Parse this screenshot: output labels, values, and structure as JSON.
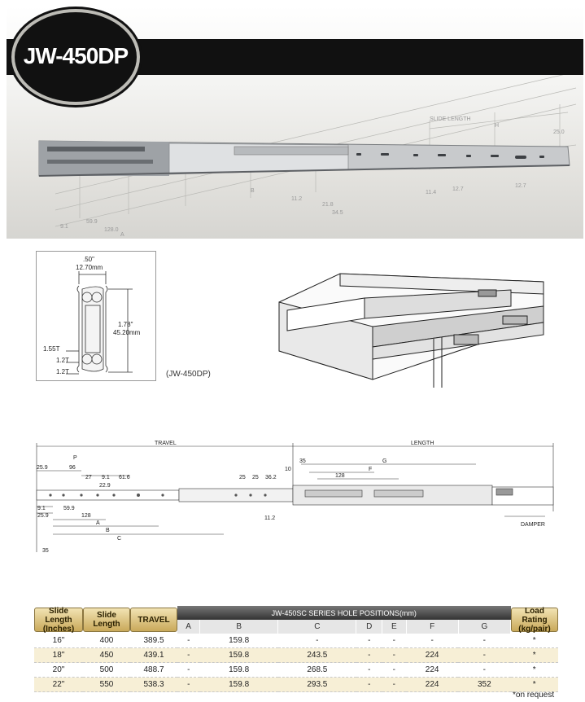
{
  "hero": {
    "model_badge": "JW-450DP",
    "blueprint_labels": {
      "slide_length": "SLIDE LENGTH",
      "h": "H",
      "d25": "25.0",
      "d114": "11.4",
      "d127a": "12.7",
      "d127b": "12.7",
      "d112": "11.2",
      "d218": "21.8",
      "d345": "34.5",
      "b": "B",
      "a": "A",
      "d91": "9.1",
      "d599": "59.9",
      "d128": "128.0"
    }
  },
  "cross_section": {
    "width_in": ".50\"",
    "width_mm": "12.70mm",
    "height_in": "1.78\"",
    "height_mm": "45.20mm",
    "t1": "1.55T",
    "t2": "1.2T",
    "t3": "1.2T",
    "model_label": "(JW-450DP)"
  },
  "drawing": {
    "travel": "TRAVEL",
    "length": "LENGTH",
    "damper": "DAMPER",
    "p": "P",
    "d259a": "25.9",
    "d96": "96",
    "d27": "27",
    "d91a": "9.1",
    "d229": "22.9",
    "d616": "61.6",
    "d25a": "25",
    "d25b": "25",
    "d362": "36.2",
    "d10": "10",
    "d35a": "35",
    "g": "G",
    "f": "F",
    "d128": "128",
    "d91b": "9.1",
    "d599": "59.9",
    "d259b": "25.9",
    "d128b": "128",
    "a": "A",
    "b": "B",
    "c": "C",
    "d112": "11.2",
    "d35b": "35"
  },
  "table": {
    "col_slide_length_in": "Slide Length (Inches)",
    "col_slide_length": "Slide Length",
    "col_travel": "TRAVEL",
    "col_hole_positions": "JW-450SC SERIES HOLE POSITIONS(mm)",
    "col_load": "Load Rating (kg/pair)",
    "hole_cols": [
      "A",
      "B",
      "C",
      "D",
      "E",
      "F",
      "G"
    ],
    "rows": [
      {
        "inches": "16\"",
        "length": "400",
        "travel": "389.5",
        "A": "-",
        "B": "159.8",
        "C": "-",
        "D": "-",
        "E": "-",
        "F": "-",
        "G": "-",
        "load": "*"
      },
      {
        "inches": "18\"",
        "length": "450",
        "travel": "439.1",
        "A": "-",
        "B": "159.8",
        "C": "243.5",
        "D": "-",
        "E": "-",
        "F": "224",
        "G": "-",
        "load": "*"
      },
      {
        "inches": "20\"",
        "length": "500",
        "travel": "488.7",
        "A": "-",
        "B": "159.8",
        "C": "268.5",
        "D": "-",
        "E": "-",
        "F": "224",
        "G": "-",
        "load": "*"
      },
      {
        "inches": "22\"",
        "length": "550",
        "travel": "538.3",
        "A": "-",
        "B": "159.8",
        "C": "293.5",
        "D": "-",
        "E": "-",
        "F": "224",
        "G": "352",
        "load": "*"
      }
    ],
    "note": "*on request"
  }
}
